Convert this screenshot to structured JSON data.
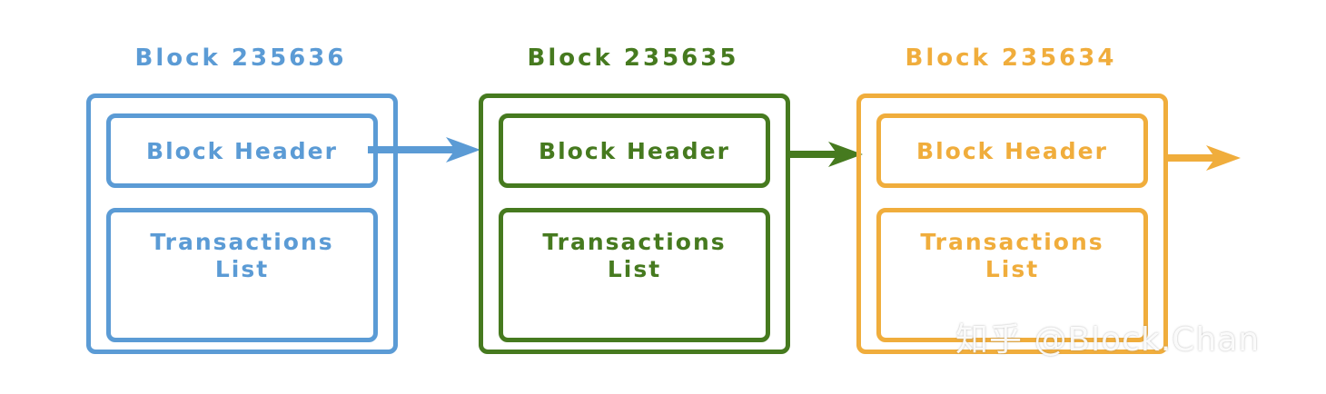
{
  "blocks": [
    {
      "title": "Block 235636",
      "header": "Block Header",
      "tx_line1": "Transactions",
      "tx_line2": "List",
      "color": "#5b9bd5"
    },
    {
      "title": "Block 235635",
      "header": "Block Header",
      "tx_line1": "Transactions",
      "tx_line2": "List",
      "color": "#467a1f"
    },
    {
      "title": "Block 235634",
      "header": "Block Header",
      "tx_line1": "Transactions",
      "tx_line2": "List",
      "color": "#f0ad3c"
    }
  ],
  "watermark": "知乎 @Block.Chan"
}
